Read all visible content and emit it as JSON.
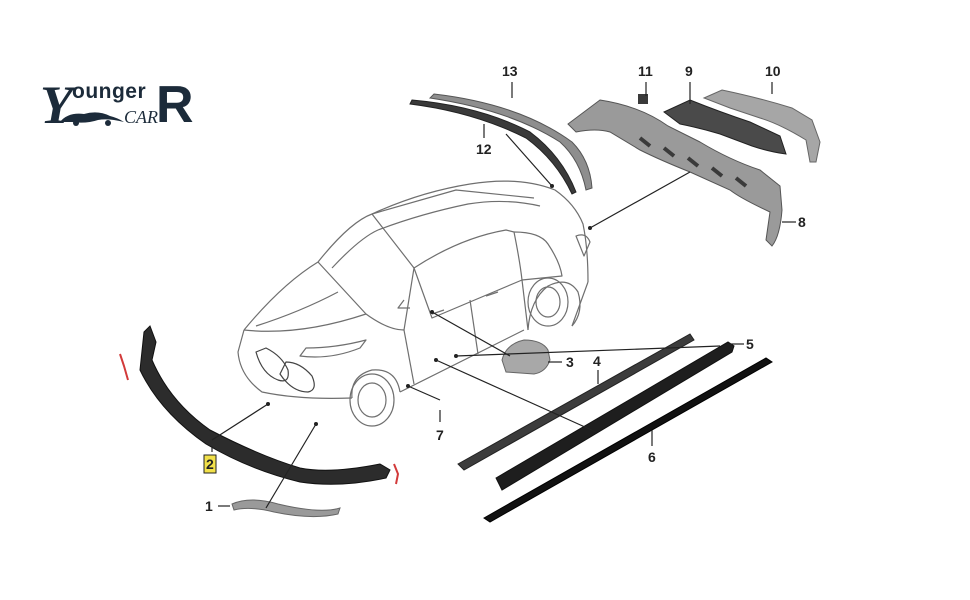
{
  "logo": {
    "letter_y": "Y",
    "word_top": "ounger",
    "letter_r": "R",
    "word_bottom": "CAR"
  },
  "callouts": {
    "c1": "1",
    "c2": "2",
    "c3": "3",
    "c4": "4",
    "c5": "5",
    "c6": "6",
    "c7": "7",
    "c8": "8",
    "c9": "9",
    "c10": "10",
    "c11": "11",
    "c12": "12",
    "c13": "13"
  },
  "colors": {
    "line": "#222222",
    "car_outline": "#6f6f6f",
    "part_dark": "#2c2c2c",
    "part_gray": "#8e8e8e",
    "highlight_red": "#d23a3a",
    "highlight_yellow": "#f2e14a"
  }
}
